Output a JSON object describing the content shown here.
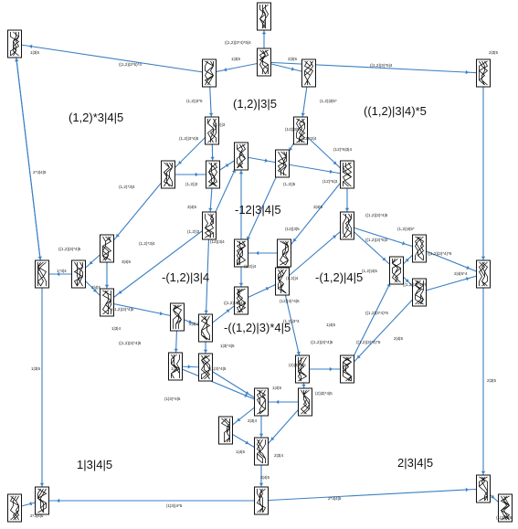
{
  "colors": {
    "edge": "#3a7fc4",
    "node_stroke": "#111111",
    "background": "#ffffff"
  },
  "region_labels": [
    "(1,2)*3|4|5",
    "(1,2)|3|5",
    "((1,2)|3|4)*5",
    "-12|3|4|5",
    "-(1,2)|3|4",
    "-(1,2)|4|5",
    "-((1,2)|3)*4|5",
    "1|3|4|5",
    "2|3|4|5"
  ],
  "edge_labels": [
    "1|3|5",
    "((1,2)|3*4)*5|4",
    "1|3|5",
    "2|3|5",
    "((1,2)|3*5)*4",
    "((1,2)|3)*5|4",
    "2|3|5",
    "(1,2)|3*5",
    "(1,2)|3|5*",
    "(1,2)|3",
    "(12)|3|5",
    "(1,2)|3*4|5",
    "(12)*3|4",
    "(12)*5|3|4",
    "(12)*5|3",
    "(1,2)|3",
    "(1,2)|5",
    "((1,2)|3)*4|5",
    "2*3|4|5",
    "(1,2)*3|4",
    "3|4|5",
    "3|4|5",
    "(1,2)|3",
    "(12)|3|4",
    "(1,2)*3|4",
    "(12)|3|5",
    "(1,2)|4",
    "((1,2)|3)*4|5",
    "((1,2)|3)*5|4",
    "(1,2)|4|5*",
    "1*3|4",
    "3|4|5",
    "3|4|5",
    "(1,2)|4",
    "(12)|3)*4|5",
    "((1,2)|3)*4|5",
    "((1,2)|3)*4|5",
    "(1,2)|4|5",
    "((1,2)|3)*4)*5",
    "2|4|5*4",
    "((1,2)|3)*4)*5",
    "2|3|4",
    "(1,2)|3*4",
    "1|4|5",
    "((1,2)|3*4)*5",
    "1|3|4",
    "((1,2)|3)*4|5",
    "((1,2)|3)*4|5",
    "((1,2)|3)*4)*5",
    "2|4|5",
    "1|3|5",
    "1|3|*4|5",
    "(2)|3|*4|5",
    "(2)|3|*4|5",
    "2|3|5",
    "1|3|4",
    "1|4|5",
    "2|3|4",
    "(1|3)*4|5",
    "1|4|5",
    "2|3|4",
    "3|4|5",
    "(1|3)|4*5",
    "2*3|4|5",
    "2*3|4|5",
    "(1|3)|4*5",
    "(1|3)*4|5"
  ]
}
